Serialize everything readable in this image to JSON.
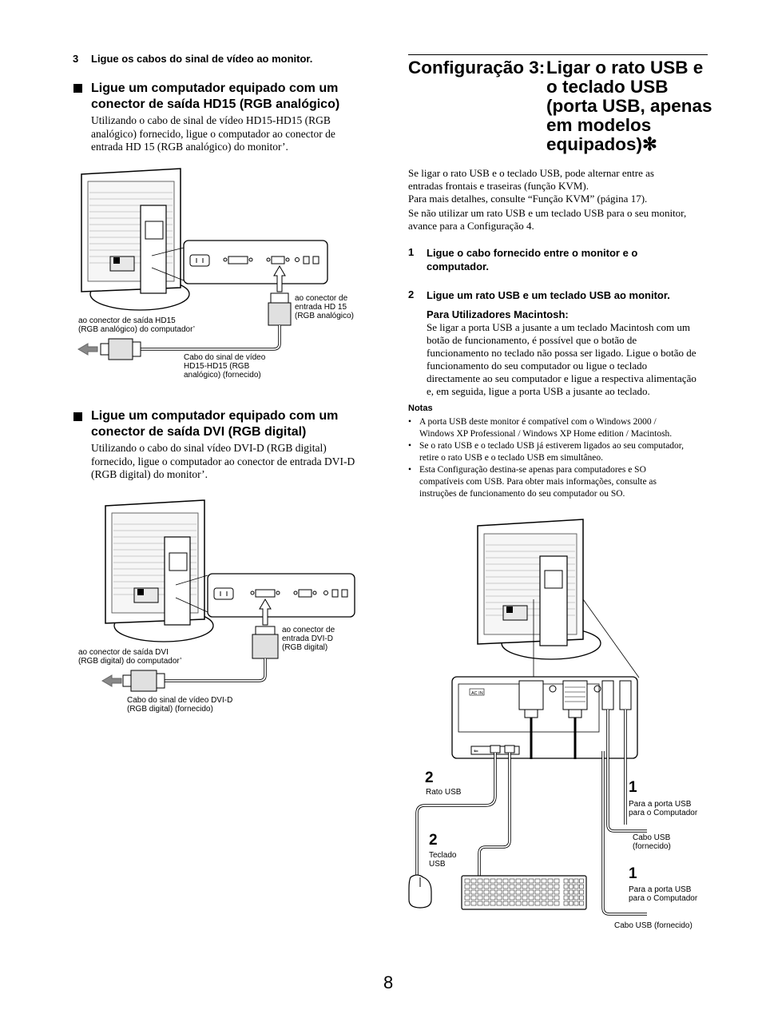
{
  "left": {
    "step3": {
      "num": "3",
      "text": "Ligue os cabos do sinal de vídeo ao monitor."
    },
    "hd15": {
      "heading_line1": "Ligue um computador equipado com um",
      "heading_line2": "conector de saída HD15 (RGB analógico)",
      "body_lines": [
        "Utilizando o cabo de sinal de vídeo HD15-HD15 (RGB",
        "analógico) fornecido, ligue o computador ao conector de",
        "entrada HD 15 (RGB analógico) do monitor’."
      ],
      "labels": {
        "input_connector": [
          "ao conector de",
          "entrada HD 15",
          "(RGB analógico)"
        ],
        "output_connector": [
          "ao conector de saída HD15",
          "(RGB analógico) do computador’"
        ],
        "cable": [
          "Cabo do sinal de vídeo",
          "HD15-HD15 (RGB",
          "analógico) (fornecido)"
        ]
      }
    },
    "dvi": {
      "heading_line1": "Ligue um computador equipado com um",
      "heading_line2": "conector de saída DVI (RGB digital)",
      "body_lines": [
        "Utilizando o cabo do sinal vídeo DVI-D (RGB digital)",
        "fornecido, ligue o computador ao conector de entrada DVI-D",
        "(RGB digital) do monitor’."
      ],
      "labels": {
        "input_connector": [
          "ao conector de",
          "entrada DVI-D",
          "(RGB digital)"
        ],
        "output_connector": [
          "ao conector de saída DVI",
          "(RGB digital) do computador’"
        ],
        "cable": [
          "Cabo do sinal de vídeo DVI-D",
          "(RGB digital) (fornecido)"
        ]
      }
    }
  },
  "right": {
    "title_prefix": "Configuração 3:",
    "title_lines": [
      "Ligar o rato USB e",
      "o teclado USB",
      "(porta USB, apenas",
      "em modelos",
      "equipados)✻"
    ],
    "intro_lines": [
      "Se ligar o rato USB e o teclado USB, pode alternar entre as",
      "entradas frontais e traseiras  (função KVM).",
      "Para mais detalhes, consulte “Função KVM” (página 17).",
      "Se não utilizar um rato USB e um teclado USB para o seu monitor,",
      "avance para a Configuração 4."
    ],
    "step1": {
      "num": "1",
      "lines": [
        "Ligue o cabo fornecido entre o monitor e o",
        "computador."
      ]
    },
    "step2": {
      "num": "2",
      "text": "Ligue um rato USB e um teclado USB ao monitor."
    },
    "mac": {
      "heading": "Para Utilizadores Macintosh:",
      "lines": [
        "Se ligar a porta USB a jusante a um teclado Macintosh com um",
        "botão de funcionamento, é possível que o botão de",
        "funcionamento no teclado não possa ser ligado. Ligue o botão de",
        "funcionamento do seu computador ou ligue o teclado",
        "directamente ao seu computador e ligue a respectiva alimentação",
        "e, em seguida, ligue a porta USB a jusante ao teclado."
      ]
    },
    "notes": {
      "heading": "Notas",
      "items": [
        [
          "A porta USB deste monitor é compatível com o Windows 2000 /",
          "Windows XP Professional / Windows XP Home edition / Macintosh."
        ],
        [
          "Se o rato USB e o teclado USB já estiverem ligados ao seu computador,",
          "retire o rato USB e o teclado USB em simultâneo."
        ],
        [
          "Esta Configuração destina-se apenas para computadores e SO",
          "compatíveis com USB. Para obter mais informações, consulte as",
          "instruções de funcionamento do seu computador ou SO."
        ]
      ]
    },
    "usb_figure": {
      "ac_in": "AC IN",
      "num_mouse": "2",
      "mouse_label": "Rato USB",
      "num_keyboard": "2",
      "keyboard_label": [
        "Teclado",
        "USB"
      ],
      "num_pc1": "1",
      "pc1_label": [
        "Para a porta USB",
        "para o Computador"
      ],
      "cable1_label": [
        "Cabo USB",
        "(fornecido)"
      ],
      "num_pc2": "1",
      "pc2_label": [
        "Para a porta USB",
        "para o Computador"
      ],
      "cable2_label": "Cabo USB (fornecido)"
    }
  },
  "page_number": "8"
}
